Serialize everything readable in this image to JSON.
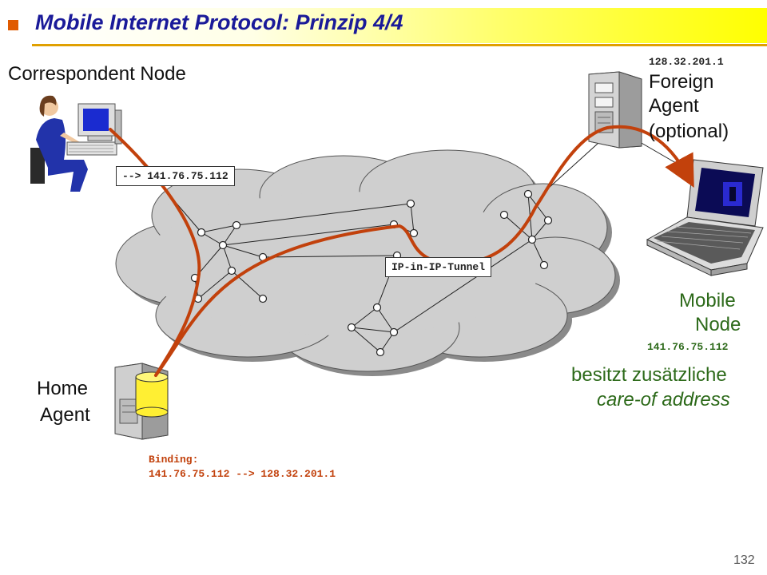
{
  "title": "Mobile Internet Protocol: Prinzip 4/4",
  "page_number": "132",
  "correspondent_node": {
    "label": "Correspondent Node",
    "dest_label": "--> 141.76.75.112"
  },
  "foreign_agent": {
    "ip": "128.32.201.1",
    "label_line1": "Foreign",
    "label_line2": "Agent",
    "label_line3": "(optional)"
  },
  "tunnel_label": "IP-in-IP-Tunnel",
  "mobile_node": {
    "label_line1": "Mobile",
    "label_line2": "Node",
    "ip": "141.76.75.112",
    "note_line1": "besitzt zusätzliche",
    "note_line2": "care-of address"
  },
  "home_agent": {
    "label_line1": "Home",
    "label_line2": "Agent",
    "binding_line1": "Binding:",
    "binding_line2": "141.76.75.112 --> 128.32.201.1"
  },
  "colors": {
    "path": "#c2410c",
    "title_text": "#1a1a99",
    "bullet": "#e05a00",
    "cloud": "#c8c8c8",
    "mobile_text": "#2d6a1a",
    "binding_text": "#c2410c"
  }
}
